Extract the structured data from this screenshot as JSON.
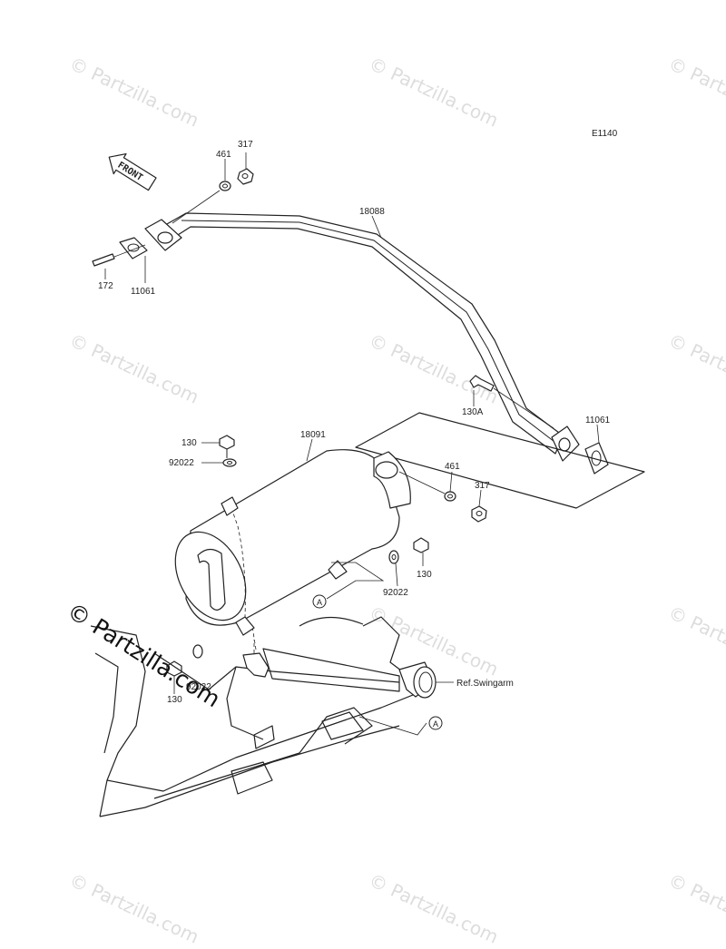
{
  "diagram": {
    "code": "E1140",
    "front_label": "FRONT",
    "ref_label": "Ref.Swingarm",
    "callouts": {
      "p317_top": "317",
      "p461_top": "461",
      "p18088": "18088",
      "p172": "172",
      "p11061_left": "11061",
      "p130A": "130A",
      "p11061_right": "11061",
      "p130_top": "130",
      "p92022_top": "92022",
      "p18091": "18091",
      "p461_mid": "461",
      "p317_mid": "317",
      "p130_mid": "130",
      "p92022_mid": "92022",
      "p130_low": "130",
      "p92022_low": "92022",
      "ref_a_1": "A",
      "ref_a_2": "A"
    }
  },
  "watermark": {
    "text": "© Partzilla.com",
    "big_text": "© Partzilla.com"
  }
}
